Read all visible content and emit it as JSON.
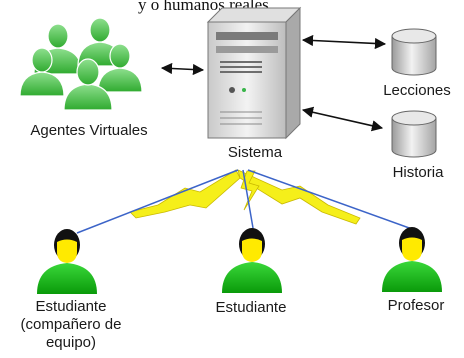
{
  "top_fragment": "y o humanos reales.",
  "labels": {
    "virtual_agents": "Agentes Virtuales",
    "system": "Sistema",
    "lessons": "Lecciones",
    "history": "Historia",
    "student_teammate": "Estudiante\n(compañero de\nequipo)",
    "student": "Estudiante",
    "teacher": "Profesor"
  },
  "colors": {
    "agent_green": "#4fc24f",
    "person_green": "#14b614",
    "hair_black": "#111111",
    "face_yellow": "#ffea00",
    "lightning_yellow": "#f5ef1a",
    "line_blue": "#3c64c8"
  }
}
